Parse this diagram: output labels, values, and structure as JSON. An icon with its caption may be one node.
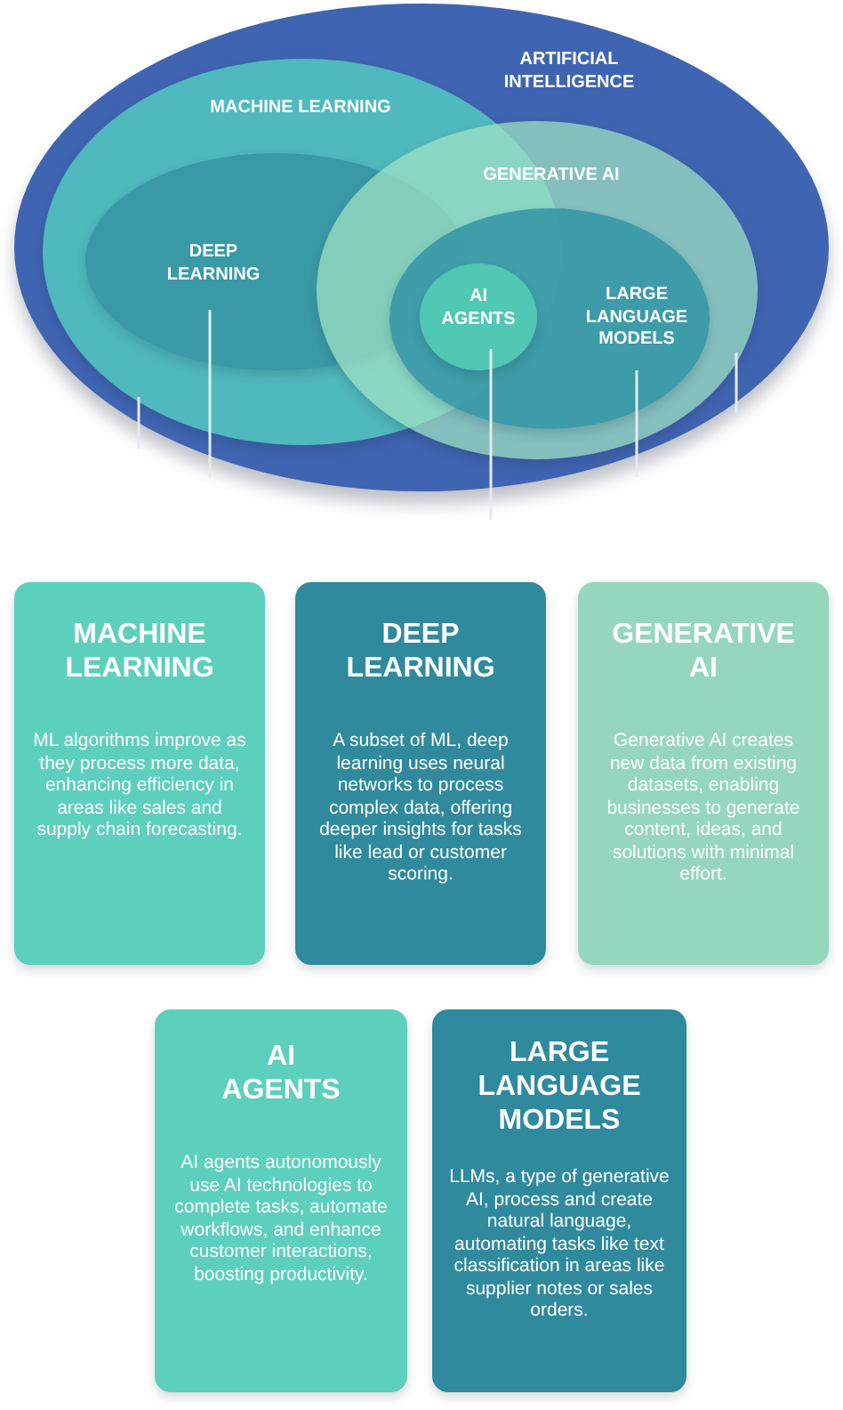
{
  "diagram": {
    "nodes": [
      {
        "text": [
          "ARTIFICIAL INTELLIGENCE"
        ]
      },
      {
        "text": [
          "MACHINE LEARNING"
        ],
        "in": 0
      },
      {
        "text": [
          "DEEP LEARNING"
        ],
        "in": 1
      },
      {
        "text": [
          "GENERATIVE AI"
        ],
        "in": 0
      },
      {
        "text": [
          "LARGE LANGUAGE MODELS"
        ],
        "in": 3
      },
      {
        "text": [
          "AI AGENTS"
        ]
      },
      {
        "text": [
          "MACHINE LEARNING",
          "ML algorithms improve as they process more data, enhancing efficiency in areas like sales and supply chain forecasting."
        ]
      },
      {
        "text": [
          "DEEP LEARNING",
          "A subset of ML, deep learning uses neural networks to process complex data, offering deeper insights for tasks like lead or customer scoring."
        ]
      },
      {
        "text": [
          "GENERATIVE AI",
          "Generative AI creates new data from existing datasets, enabling businesses to generate content, ideas, and solutions with minimal effort."
        ]
      },
      {
        "text": [
          "AI AGENTS",
          "AI agents autonomously use AI technologies to complete tasks, automate workflows, and enhance customer interactions, boosting productivity."
        ]
      },
      {
        "text": [
          "LARGE LANGUAGE MODELS",
          "LLMs, a type of generative AI, process and create natural language, automating tasks like text classification in areas like supplier notes or sales orders."
        ]
      }
    ],
    "edges": [
      {
        "from": 1,
        "to": null,
        "arrow": "none"
      },
      {
        "from": 2,
        "to": null,
        "arrow": "none"
      },
      {
        "from": 5,
        "to": null,
        "arrow": "none"
      },
      {
        "from": 4,
        "to": null,
        "arrow": "none"
      },
      {
        "from": 3,
        "to": null,
        "arrow": "none"
      }
    ]
  }
}
